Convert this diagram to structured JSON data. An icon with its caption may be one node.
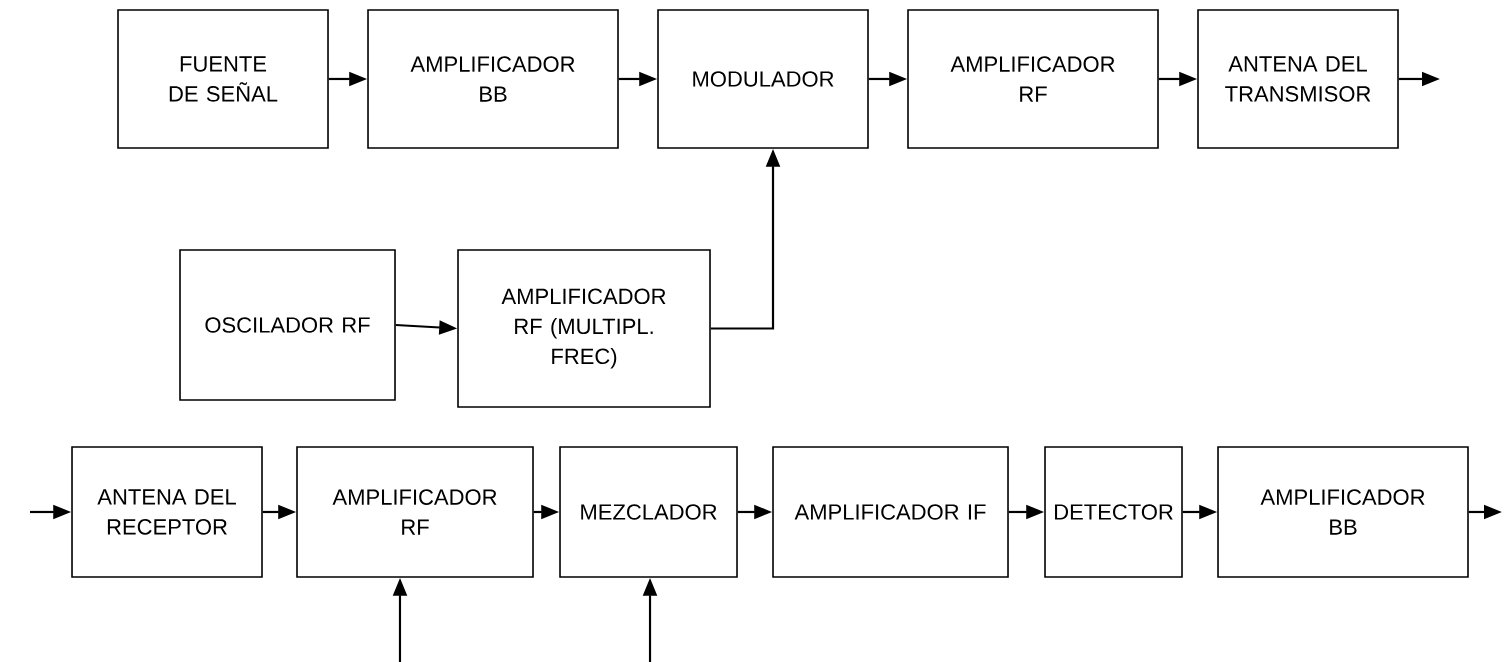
{
  "diagram": {
    "nodes": [
      {
        "text": [
          "FUENTE DE SEÑAL"
        ]
      },
      {
        "text": [
          "AMPLIFICADOR BB"
        ]
      },
      {
        "text": [
          "MODULADOR"
        ]
      },
      {
        "text": [
          "AMPLIFICADOR RF"
        ]
      },
      {
        "text": [
          "ANTENA DEL TRANSMISOR"
        ]
      },
      {
        "text": [
          "OSCILADOR RF"
        ]
      },
      {
        "text": [
          "AMPLIFICADOR RF (MULTIPL. FREC)"
        ]
      },
      {
        "text": [
          "ANTENA DEL RECEPTOR"
        ]
      },
      {
        "text": [
          "AMPLIFICADOR RF"
        ]
      },
      {
        "text": [
          "MEZCLADOR"
        ]
      },
      {
        "text": [
          "AMPLIFICADOR IF"
        ]
      },
      {
        "text": [
          "DETECTOR"
        ]
      },
      {
        "text": [
          "AMPLIFICADOR BB"
        ]
      }
    ],
    "edges": [
      {
        "from": 0,
        "to": 1,
        "arrow": "to"
      },
      {
        "from": 1,
        "to": 2,
        "arrow": "to"
      },
      {
        "from": 2,
        "to": 3,
        "arrow": "to"
      },
      {
        "from": 3,
        "to": 4,
        "arrow": "to"
      },
      {
        "from": 4,
        "to": null,
        "arrow": "to"
      },
      {
        "from": 5,
        "to": 6,
        "arrow": "to"
      },
      {
        "from": 6,
        "to": 2,
        "arrow": "to"
      },
      {
        "from": null,
        "to": 7,
        "arrow": "to"
      },
      {
        "from": 7,
        "to": 8,
        "arrow": "to"
      },
      {
        "from": 8,
        "to": 9,
        "arrow": "to"
      },
      {
        "from": 9,
        "to": 10,
        "arrow": "to"
      },
      {
        "from": 10,
        "to": 11,
        "arrow": "to"
      },
      {
        "from": 11,
        "to": 12,
        "arrow": "to"
      },
      {
        "from": 12,
        "to": null,
        "arrow": "to"
      },
      {
        "from": null,
        "to": 8,
        "arrow": "to"
      },
      {
        "from": null,
        "to": 9,
        "arrow": "to"
      }
    ]
  }
}
